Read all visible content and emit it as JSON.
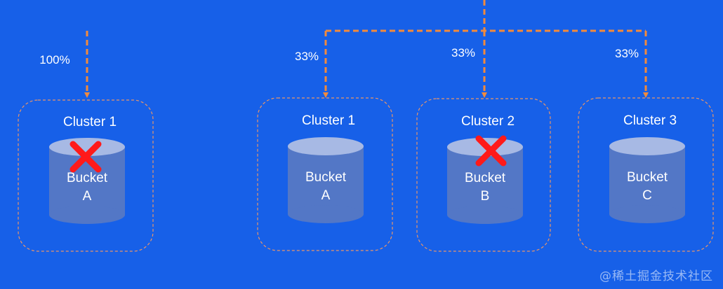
{
  "colors": {
    "background": "#1760e8",
    "arrow": "#f28a3c",
    "cluster_border": "#e8956a",
    "cylinder_body": "#5377c6",
    "cylinder_top": "#a7b9e4",
    "cross": "#ff1a1a",
    "text": "#ffffff"
  },
  "left": {
    "percentage": "100%",
    "cluster": {
      "title": "Cluster 1",
      "bucket_line1": "Bucket",
      "bucket_line2": "A",
      "failed": true
    }
  },
  "right": {
    "branches": [
      {
        "percentage": "33%",
        "cluster": {
          "title": "Cluster 1",
          "bucket_line1": "Bucket",
          "bucket_line2": "A",
          "failed": false
        }
      },
      {
        "percentage": "33%",
        "cluster": {
          "title": "Cluster 2",
          "bucket_line1": "Bucket",
          "bucket_line2": "B",
          "failed": true
        }
      },
      {
        "percentage": "33%",
        "cluster": {
          "title": "Cluster 3",
          "bucket_line1": "Bucket",
          "bucket_line2": "C",
          "failed": false
        }
      }
    ]
  },
  "watermark": "@稀土掘金技术社区"
}
